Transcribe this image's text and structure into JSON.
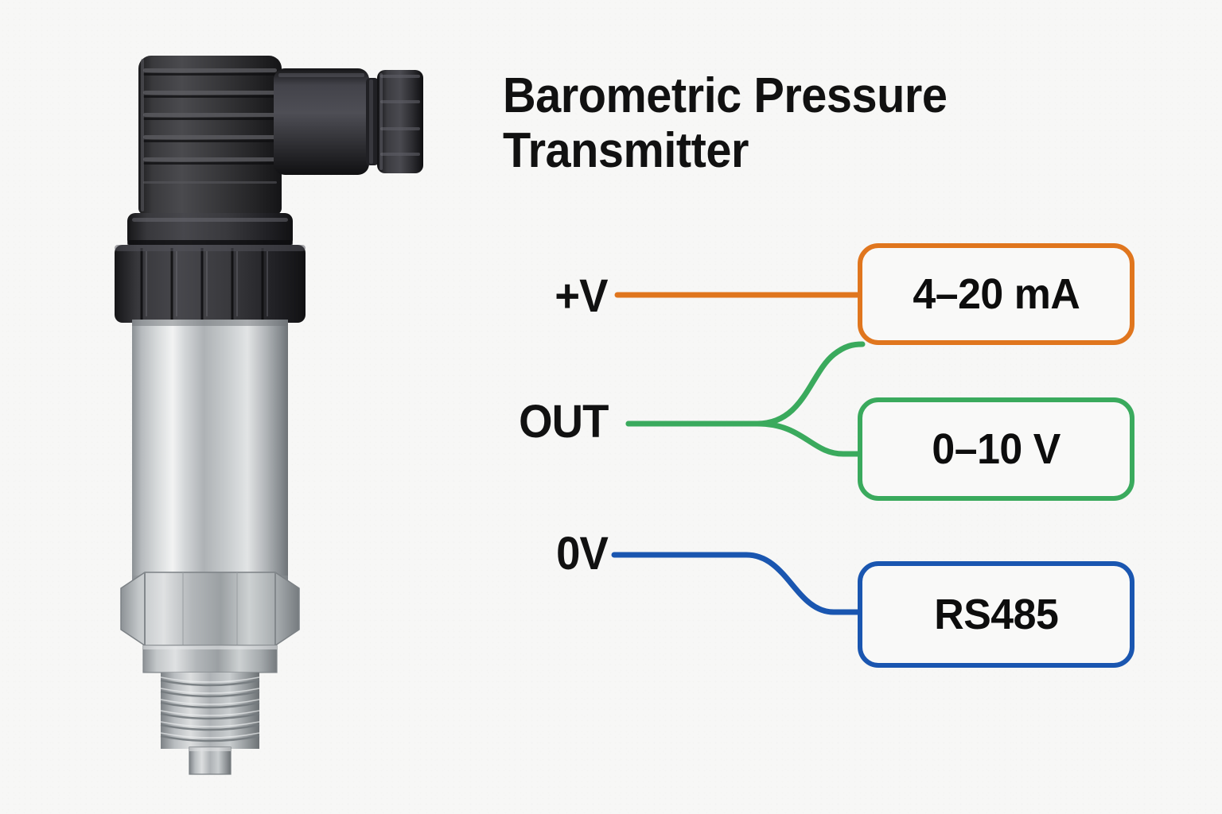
{
  "page": {
    "background_color": "#f7f7f6",
    "title": "Barometric Pressure\nTransmitter"
  },
  "device": {
    "name": "barometric-pressure-transmitter",
    "connector_color": "#2b2b2d",
    "body_color": "#b9bcbd",
    "parts": [
      "angled-din-connector",
      "cable-gland",
      "knurled-cap-nut",
      "flange-ring",
      "knurled-collar",
      "stainless-cylinder-body",
      "hex-nut",
      "threaded-process-connection",
      "pressure-port-tip"
    ]
  },
  "diagram": {
    "terminals": [
      {
        "label": "+V",
        "color": "#e0761e",
        "target": "4–20 mA"
      },
      {
        "label": "OUT",
        "color": "#3aaa5d",
        "target": "0–10 V"
      },
      {
        "label": "0V",
        "color": "#1a56b0",
        "target": "RS485"
      }
    ],
    "outputs": [
      {
        "label": "4–20 mA",
        "color": "#e0761e"
      },
      {
        "label": "0–10 V",
        "color": "#3aaa5d"
      },
      {
        "label": "RS485",
        "color": "#1a56b0"
      }
    ]
  }
}
